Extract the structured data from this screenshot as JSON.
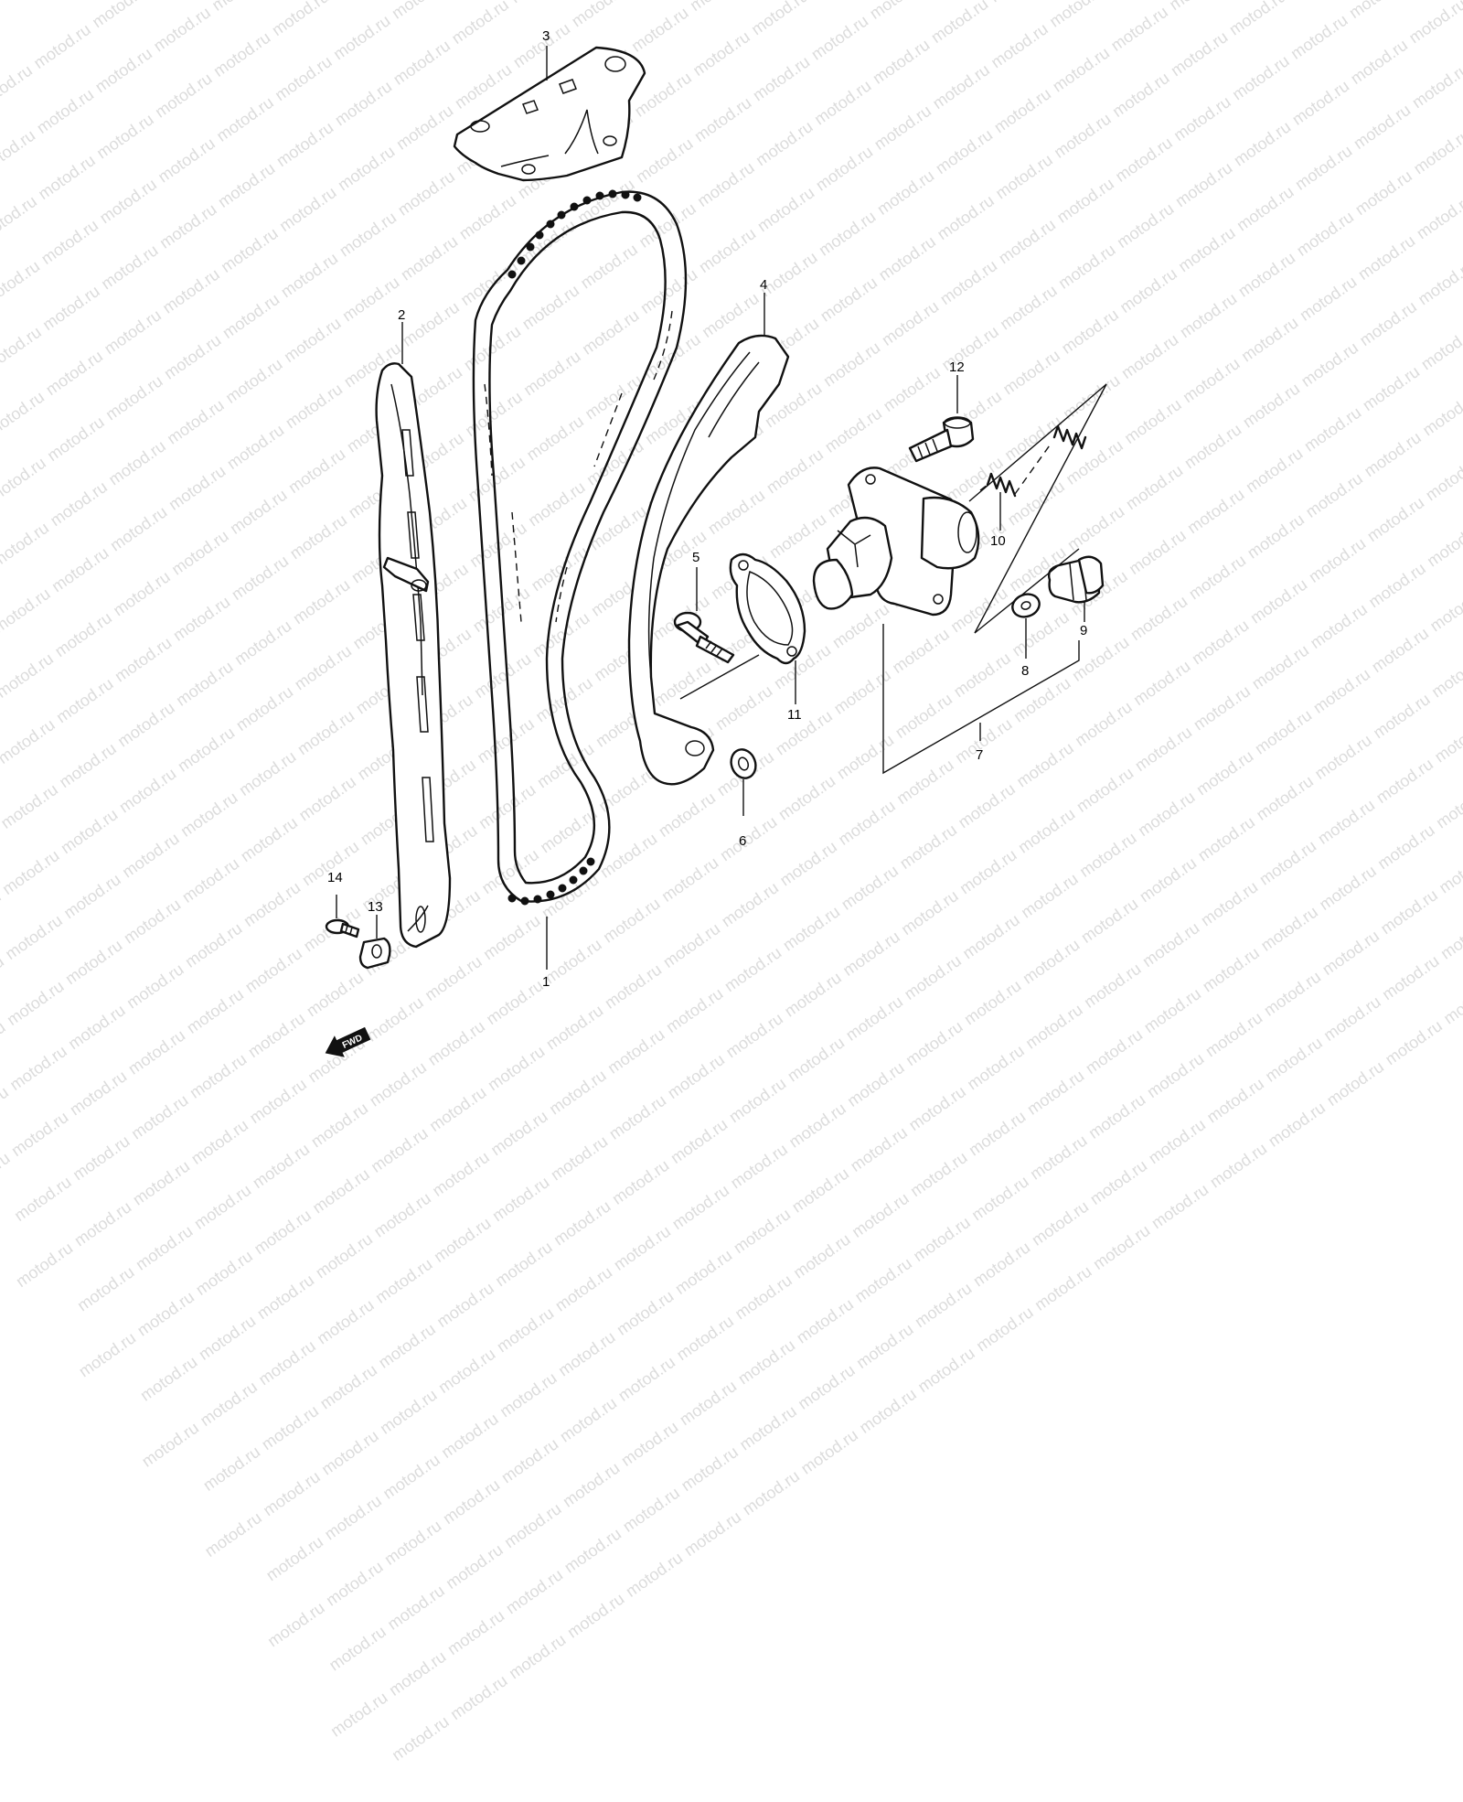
{
  "watermark": {
    "text": "motod.ru",
    "color": "#dcdcdc"
  },
  "callouts": {
    "c1": "1",
    "c2": "2",
    "c3": "3",
    "c4": "4",
    "c5": "5",
    "c6": "6",
    "c7": "7",
    "c8": "8",
    "c9": "9",
    "c10": "10",
    "c11": "11",
    "c12": "12",
    "c13": "13",
    "c14": "14"
  },
  "fwd_label": "FWD",
  "line_color": "#111111"
}
